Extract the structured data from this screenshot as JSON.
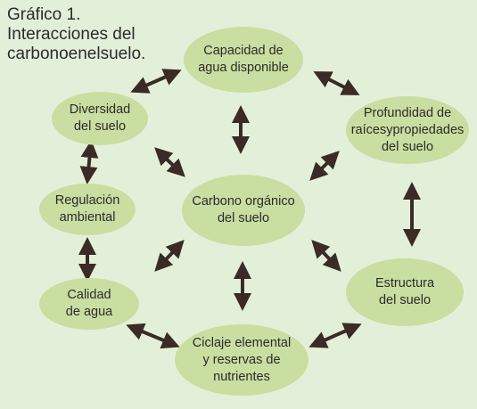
{
  "title": {
    "line1": "Gráfico 1.",
    "line2": "Interacciones del",
    "line3": "carbonoenelsuelo."
  },
  "colors": {
    "background": "#e3f0d9",
    "node_fill": "#c9dea1",
    "arrow": "#3b2a25",
    "text": "#2b2b2b"
  },
  "nodes": {
    "capacidad": {
      "line1": "Capacidad de",
      "line2": "agua disponible"
    },
    "profundidad": {
      "line1": "Profundidad de",
      "line2": "raícesypropiedades",
      "line3": "del suelo"
    },
    "estructura": {
      "line1": "Estructura",
      "line2": "del suelo"
    },
    "ciclaje": {
      "line1": "Ciclaje elemental",
      "line2": "y reservas de",
      "line3": "nutrientes"
    },
    "calidad": {
      "line1": "Calidad",
      "line2": "de agua"
    },
    "regulacion": {
      "line1": "Regulación",
      "line2": "ambiental"
    },
    "diversidad": {
      "line1": "Diversidad",
      "line2": "del suelo"
    },
    "carbono": {
      "line1": "Carbono orgánico",
      "line2": "del suelo"
    }
  }
}
